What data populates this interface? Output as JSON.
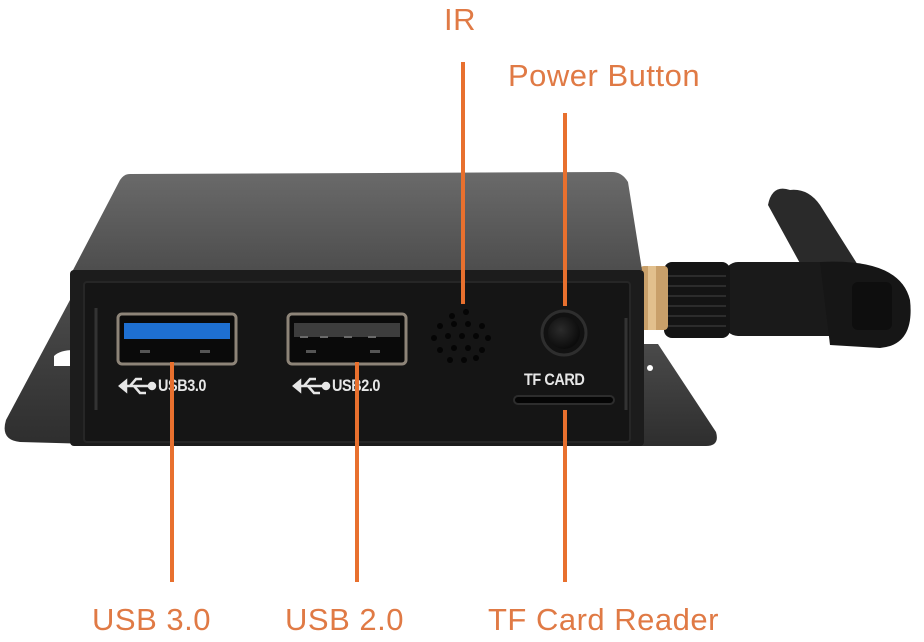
{
  "figure": {
    "subject": "Mini PC / media box front panel with antenna",
    "accent_color": "#e07a45",
    "leader_color": "#e8702e",
    "body_color": "#1c1c1c",
    "top_color": "#5e5e5e"
  },
  "callouts": {
    "ir": "IR",
    "power_button": "Power Button",
    "usb30": "USB 3.0",
    "usb20": "USB 2.0",
    "tf_reader": "TF Card Reader"
  },
  "panel_print": {
    "usb30": "USB3.0",
    "usb20": "USB2.0",
    "tf_card": "TF CARD",
    "usb_symbol": "⭠"
  }
}
